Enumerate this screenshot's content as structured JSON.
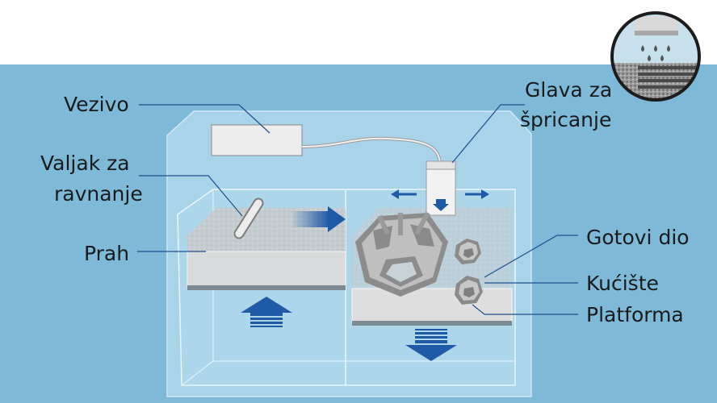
{
  "labels": {
    "binder": "Vezivo",
    "roller_line1": "Valjak za",
    "roller_line2": "ravnanje",
    "powder": "Prah",
    "head_line1": "Glava za",
    "head_line2": "špricanje",
    "finished_part": "Gotovi dio",
    "housing": "Kućište",
    "platform": "Platforma"
  },
  "colors": {
    "background": "#7ebad8",
    "chamber_glass": "#a7d2e8",
    "leader_line": "#1f4f8f",
    "arrow": "#1f5aa6",
    "powder": "#c9cdd0",
    "platform": "#dcdcdc"
  },
  "icons": [
    "binder-tank-icon",
    "print-head-icon",
    "roller-icon",
    "up-arrow-icon",
    "down-arrow-icon",
    "magnifier-inset-icon"
  ]
}
